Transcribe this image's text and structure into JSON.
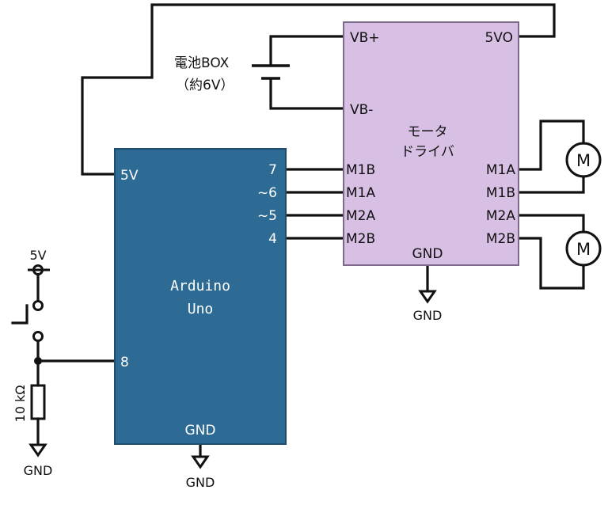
{
  "arduino": {
    "name_line1": "Arduino",
    "name_line2": "Uno",
    "pins": {
      "v5": "5V",
      "p7": "7",
      "p6": "~6",
      "p5": "~5",
      "p4": "4",
      "p8": "8",
      "gnd": "GND"
    },
    "color": "#2e6b94"
  },
  "driver": {
    "name_line1": "モータ",
    "name_line2": "ドライバ",
    "pins": {
      "vbp": "VB+",
      "vbm": "VB-",
      "v5o": "5VO",
      "l_m1b": "M1B",
      "l_m1a": "M1A",
      "l_m2a": "M2A",
      "l_m2b": "M2B",
      "r_m1a": "M1A",
      "r_m1b": "M1B",
      "r_m2a": "M2A",
      "r_m2b": "M2B",
      "gnd": "GND"
    },
    "color": "#d8bfe4"
  },
  "battery": {
    "label_line1": "電池BOX",
    "label_line2": "（約6V）"
  },
  "motors": [
    {
      "symbol": "M"
    },
    {
      "symbol": "M"
    }
  ],
  "switch_circuit": {
    "supply": "5V",
    "resistor": "10 kΩ",
    "gnd": "GND"
  },
  "grounds": {
    "driver": "GND",
    "arduino": "GND"
  }
}
